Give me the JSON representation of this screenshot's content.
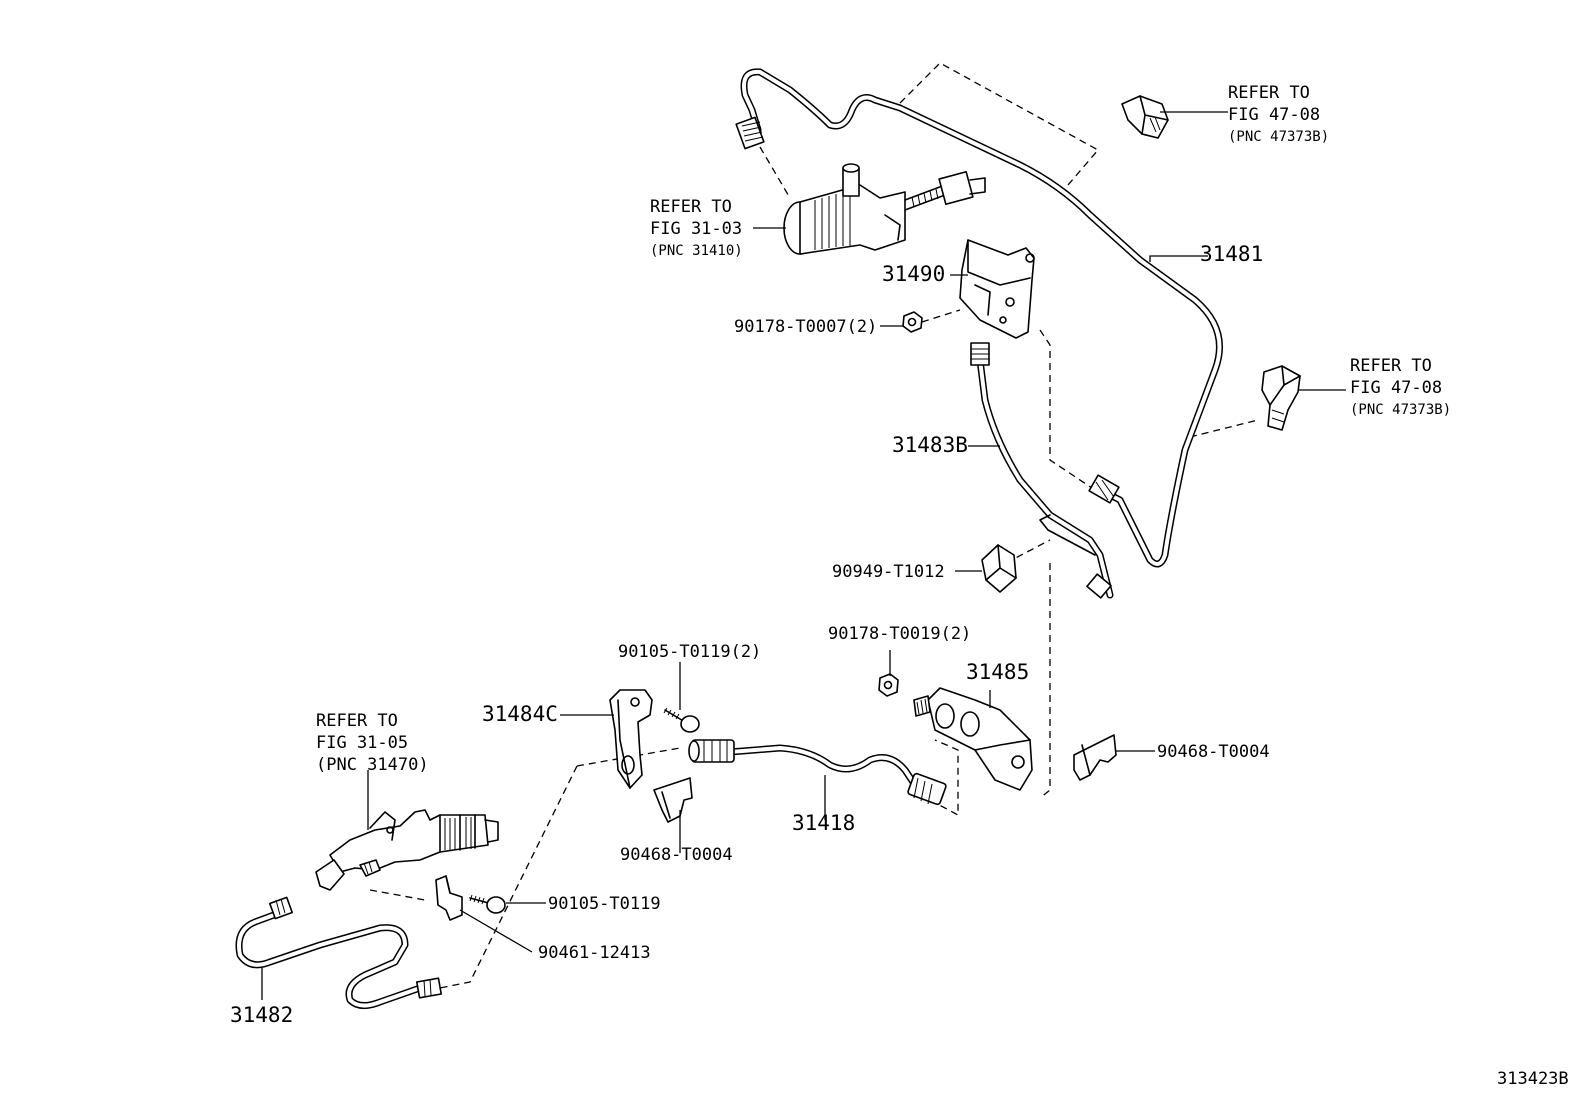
{
  "callouts": {
    "ref_top_right": {
      "line1": "REFER TO",
      "line2": "FIG 47-08",
      "line3": "(PNC 47373B)"
    },
    "ref_mid_right": {
      "line1": "REFER TO",
      "line2": "FIG 47-08",
      "line3": "(PNC 47373B)"
    },
    "ref_master_cyl": {
      "line1": "REFER TO",
      "line2": "FIG 31-03",
      "line3": "(PNC 31410)"
    },
    "ref_release_cyl": {
      "line1": "REFER TO",
      "line2": "FIG 31-05",
      "line3": "(PNC 31470)"
    }
  },
  "parts": {
    "p31481": "31481",
    "p31490": "31490",
    "p90178_T0007": "90178-T0007(2)",
    "p31483B": "31483B",
    "p90949_T1012": "90949-T1012",
    "p90178_T0019": "90178-T0019(2)",
    "p31485": "31485",
    "p90468_T0004_right": "90468-T0004",
    "p90105_T0119_2": "90105-T0119(2)",
    "p31484C": "31484C",
    "p31418": "31418",
    "p90468_T0004_left": "90468-T0004",
    "p90105_T0119": "90105-T0119",
    "p90461_12413": "90461-12413",
    "p31482": "31482"
  },
  "figure_id": "313423B"
}
